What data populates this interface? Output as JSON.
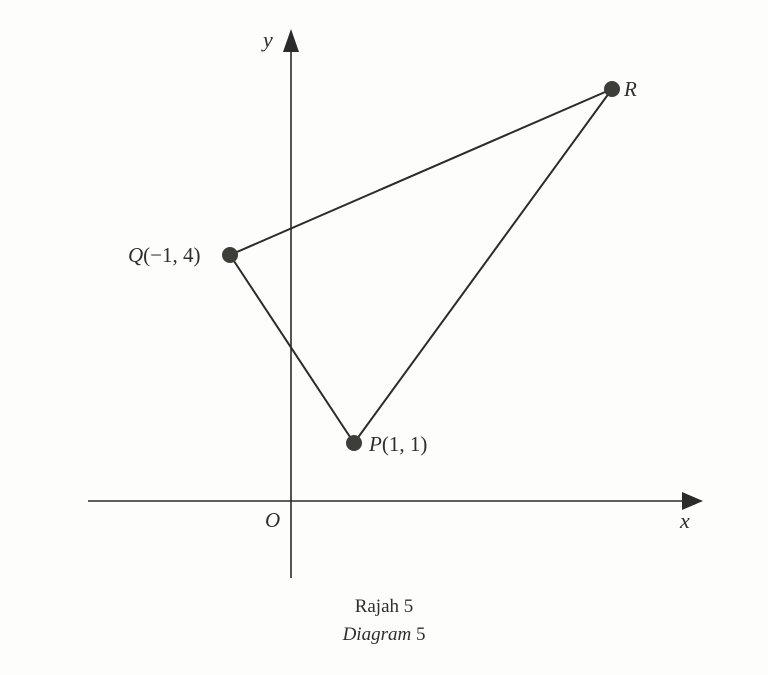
{
  "diagram": {
    "axes": {
      "x_label": "x",
      "y_label": "y",
      "origin_label": "O"
    },
    "points": [
      {
        "name": "P",
        "coords": "(1, 1)",
        "label": "P(1, 1)"
      },
      {
        "name": "Q",
        "coords": "(−1, 4)",
        "label": "Q(−1, 4)"
      },
      {
        "name": "R",
        "coords": "",
        "label": "R"
      }
    ],
    "shape": "triangle PQR",
    "edges": [
      "QR",
      "RP",
      "PQ"
    ],
    "colors": {
      "line": "#2b2b2b",
      "point": "#3d3d3a",
      "background": "#fdfdfc"
    }
  },
  "caption": {
    "malay": "Rajah 5",
    "english_word": "Diagram",
    "english_number": " 5"
  }
}
